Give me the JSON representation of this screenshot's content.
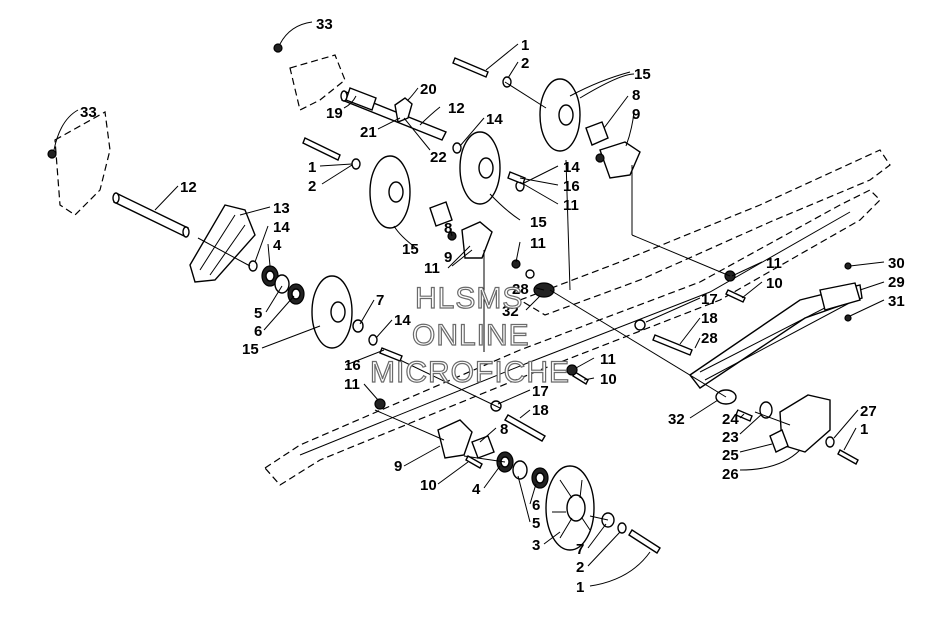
{
  "watermark": {
    "line1": "HLSMS",
    "line2": "ONLINE",
    "line3": "MICROFICHE"
  },
  "callouts": [
    {
      "id": "c33a",
      "label": "33"
    },
    {
      "id": "c33b",
      "label": "33"
    },
    {
      "id": "c1a",
      "label": "1"
    },
    {
      "id": "c2a",
      "label": "2"
    },
    {
      "id": "c15a",
      "label": "15"
    },
    {
      "id": "c20",
      "label": "20"
    },
    {
      "id": "c12a",
      "label": "12"
    },
    {
      "id": "c19",
      "label": "19"
    },
    {
      "id": "c21",
      "label": "21"
    },
    {
      "id": "c22",
      "label": "22"
    },
    {
      "id": "c14a",
      "label": "14"
    },
    {
      "id": "c8a",
      "label": "8"
    },
    {
      "id": "c9a",
      "label": "9"
    },
    {
      "id": "c1b",
      "label": "1"
    },
    {
      "id": "c2b",
      "label": "2"
    },
    {
      "id": "c14b",
      "label": "14"
    },
    {
      "id": "c16a",
      "label": "16"
    },
    {
      "id": "c11a",
      "label": "11"
    },
    {
      "id": "c12b",
      "label": "12"
    },
    {
      "id": "c13",
      "label": "13"
    },
    {
      "id": "c14c",
      "label": "14"
    },
    {
      "id": "c4a",
      "label": "4"
    },
    {
      "id": "c15b",
      "label": "15"
    },
    {
      "id": "c15c",
      "label": "15"
    },
    {
      "id": "c8b",
      "label": "8"
    },
    {
      "id": "c11b",
      "label": "11"
    },
    {
      "id": "c9b",
      "label": "9"
    },
    {
      "id": "c11c",
      "label": "11"
    },
    {
      "id": "c28a",
      "label": "28"
    },
    {
      "id": "c32a",
      "label": "32"
    },
    {
      "id": "c11d",
      "label": "11"
    },
    {
      "id": "c10a",
      "label": "10"
    },
    {
      "id": "c30",
      "label": "30"
    },
    {
      "id": "c29",
      "label": "29"
    },
    {
      "id": "c31",
      "label": "31"
    },
    {
      "id": "c5a",
      "label": "5"
    },
    {
      "id": "c6a",
      "label": "6"
    },
    {
      "id": "c15d",
      "label": "15"
    },
    {
      "id": "c7a",
      "label": "7"
    },
    {
      "id": "c14d",
      "label": "14"
    },
    {
      "id": "c17a",
      "label": "17"
    },
    {
      "id": "c18a",
      "label": "18"
    },
    {
      "id": "c28b",
      "label": "28"
    },
    {
      "id": "c16b",
      "label": "16"
    },
    {
      "id": "c11e",
      "label": "11"
    },
    {
      "id": "c11f",
      "label": "11"
    },
    {
      "id": "c10b",
      "label": "10"
    },
    {
      "id": "c17b",
      "label": "17"
    },
    {
      "id": "c18b",
      "label": "18"
    },
    {
      "id": "c32b",
      "label": "32"
    },
    {
      "id": "c24",
      "label": "24"
    },
    {
      "id": "c23",
      "label": "23"
    },
    {
      "id": "c25",
      "label": "25"
    },
    {
      "id": "c26",
      "label": "26"
    },
    {
      "id": "c27",
      "label": "27"
    },
    {
      "id": "c1c",
      "label": "1"
    },
    {
      "id": "c8c",
      "label": "8"
    },
    {
      "id": "c9c",
      "label": "9"
    },
    {
      "id": "c10c",
      "label": "10"
    },
    {
      "id": "c4b",
      "label": "4"
    },
    {
      "id": "c6b",
      "label": "6"
    },
    {
      "id": "c5b",
      "label": "5"
    },
    {
      "id": "c3",
      "label": "3"
    },
    {
      "id": "c7b",
      "label": "7"
    },
    {
      "id": "c2c",
      "label": "2"
    },
    {
      "id": "c1d",
      "label": "1"
    }
  ]
}
